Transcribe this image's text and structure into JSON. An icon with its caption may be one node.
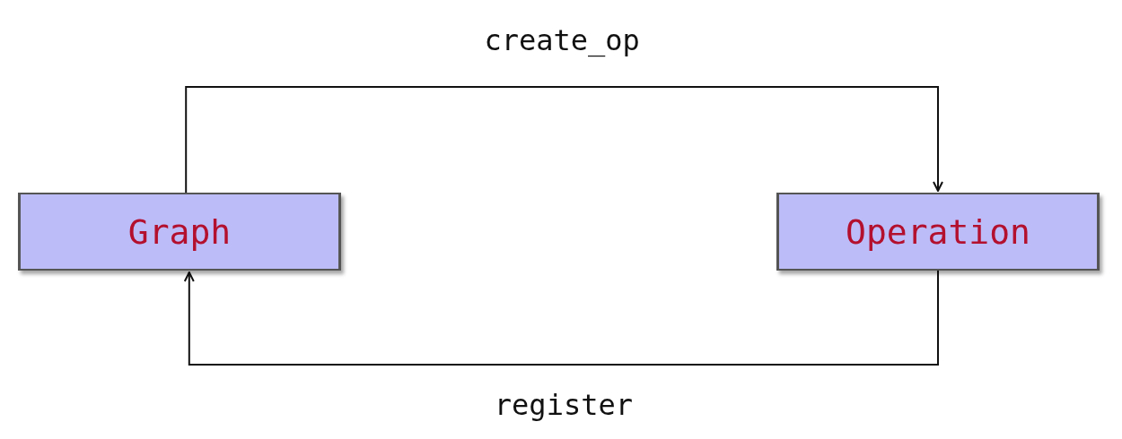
{
  "diagram": {
    "nodes": [
      {
        "text": [
          "Graph"
        ]
      },
      {
        "text": [
          "Operation"
        ]
      }
    ],
    "edges": [
      {
        "from": 0,
        "to": 1,
        "arrow": "to",
        "label": "create_op"
      },
      {
        "from": 1,
        "to": 0,
        "arrow": "to",
        "label": "register"
      }
    ]
  }
}
